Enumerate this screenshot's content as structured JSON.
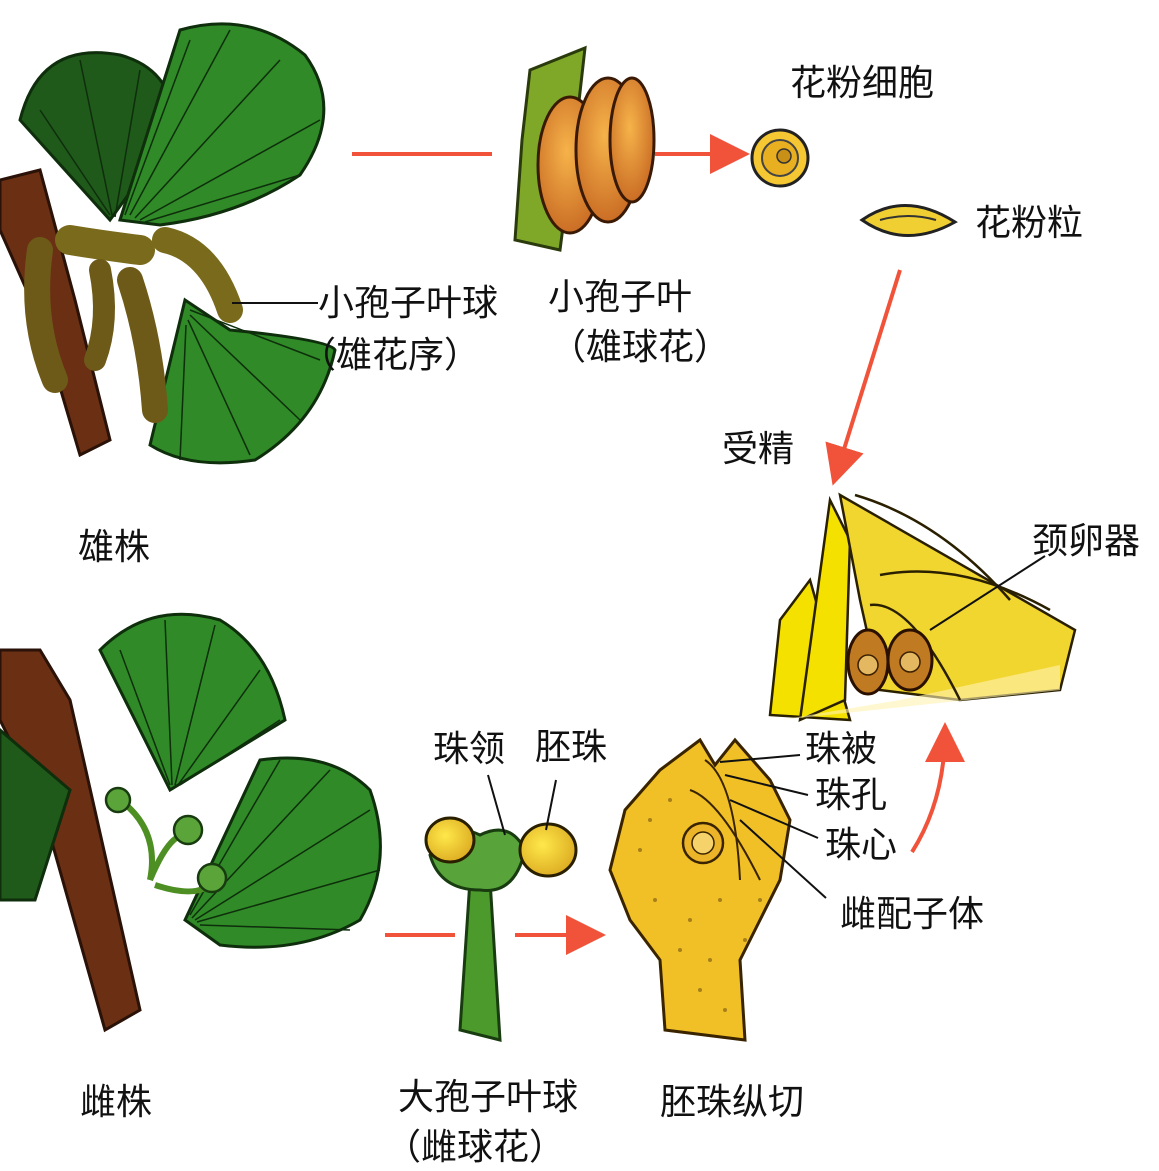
{
  "labels": {
    "pollen_cell": "花粉细胞",
    "pollen_grain": "花粉粒",
    "microsporangiate_strobilus": "小孢子叶球",
    "male_inflorescence": "（雄花序）",
    "microsporophyll": "小孢子叶",
    "male_cone": "（雄球花）",
    "fertilization": "受精",
    "male_plant": "雄株",
    "archegonium": "颈卵器",
    "ovule_collar": "珠领",
    "ovule": "胚珠",
    "integument": "珠被",
    "micropyle": "珠孔",
    "nucellus": "珠心",
    "female_gametophyte": "雌配子体",
    "female_plant": "雌株",
    "megasporangiate_strobilus": "大孢子叶球",
    "female_cone": "（雌球花）",
    "ovule_section": "胚珠纵切"
  },
  "colors": {
    "arrow": "#f0533a",
    "leaf_dark": "#1f5a1a",
    "leaf": "#2f8a27",
    "stem": "#6b2f14",
    "yellow_tissue": "#f2d630",
    "cone_orange": "#e8892a"
  }
}
